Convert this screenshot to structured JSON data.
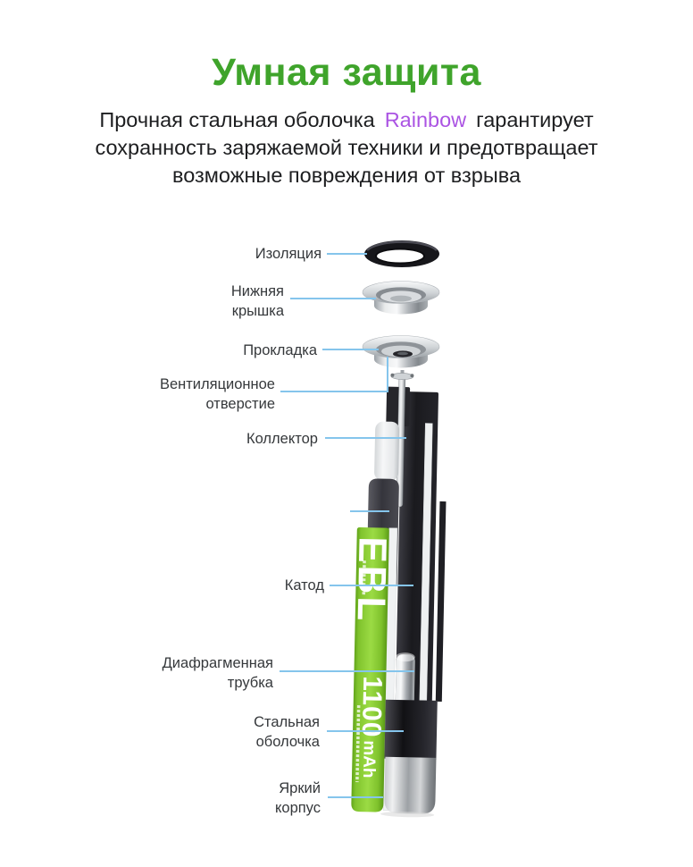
{
  "header": {
    "title": "Умная защита",
    "line1_before": "Прочная стальная оболочка",
    "brand": "Rainbow",
    "line1_after": "гарантирует",
    "line2": "сохранность заряжаемой техники и предотвращает",
    "line3": "возможные повреждения от взрыва"
  },
  "diagram": {
    "labels": [
      {
        "id": "insulation",
        "text": "Изоляция"
      },
      {
        "id": "bottom-cap",
        "text": "Нижняя\nкрышка"
      },
      {
        "id": "gasket",
        "text": "Прокладка"
      },
      {
        "id": "vent-hole",
        "text": "Вентиляционное\nотверстие"
      },
      {
        "id": "collector",
        "text": "Коллектор"
      },
      {
        "id": "cathode",
        "text": "Катод"
      },
      {
        "id": "diaphragm-tube",
        "text": "Диафрагменная\nтрубка"
      },
      {
        "id": "steel-shell",
        "text": "Стальная\nоболочка"
      },
      {
        "id": "bright-body",
        "text": "Яркий\nкорпус"
      }
    ],
    "battery": {
      "brand": "EBL",
      "capacity": "1100",
      "unit": "mAh"
    }
  },
  "colors": {
    "title_green": "#3fa42b",
    "brand_purple": "#ab54e3",
    "leader_blue": "#85c5ec",
    "battery_green": "#8cd034",
    "text_dark": "#1d1e20"
  }
}
